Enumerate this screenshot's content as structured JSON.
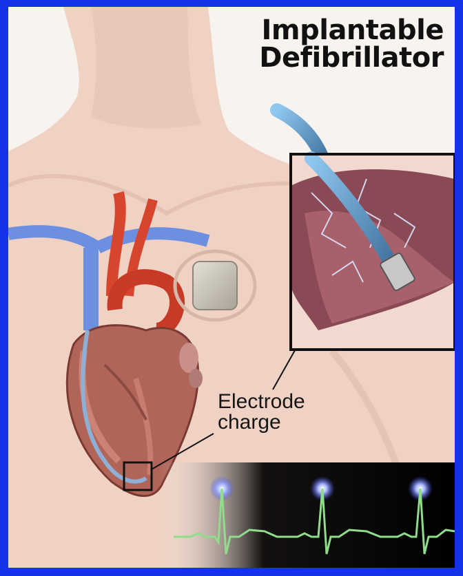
{
  "title": {
    "line1": "Implantable",
    "line2": "Defibrillator"
  },
  "callout": {
    "line1": "Electrode",
    "line2": "charge"
  },
  "colors": {
    "border": "#1532e6",
    "skin": "#efd2c4",
    "vein_blue": "#6d8fe0",
    "artery_red": "#d8452e",
    "heart_muscle": "#b06558",
    "device": "#c9c3b6",
    "ecg_trace": "#8fdc8a",
    "ecg_background": "#050505"
  },
  "icons": [
    "heart-illustration",
    "defibrillator-device",
    "electrode-lead",
    "ecg-waveform",
    "electric-spark"
  ]
}
